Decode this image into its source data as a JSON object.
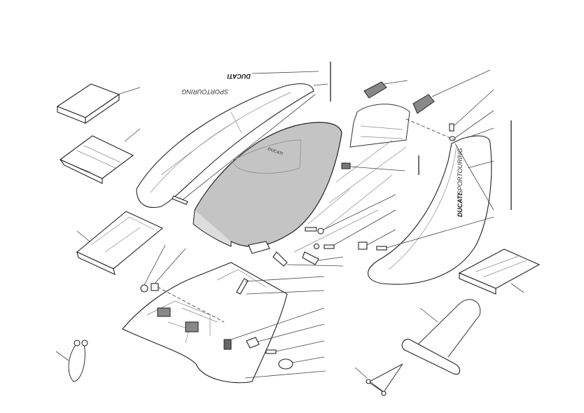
{
  "diagram": {
    "title": "Seat - Ducati Sport Touring exploded parts view",
    "left_tail_decal": {
      "brand": "DUCATI",
      "model": "SPORTOURING"
    },
    "right_tail_decal": {
      "brand": "DUCATI",
      "model": "SPORTOURING"
    },
    "seat_logo": "DUCATI",
    "colors": {
      "seat_fill": "#c4c4c4",
      "line": "#222222",
      "background": "#ffffff"
    }
  }
}
